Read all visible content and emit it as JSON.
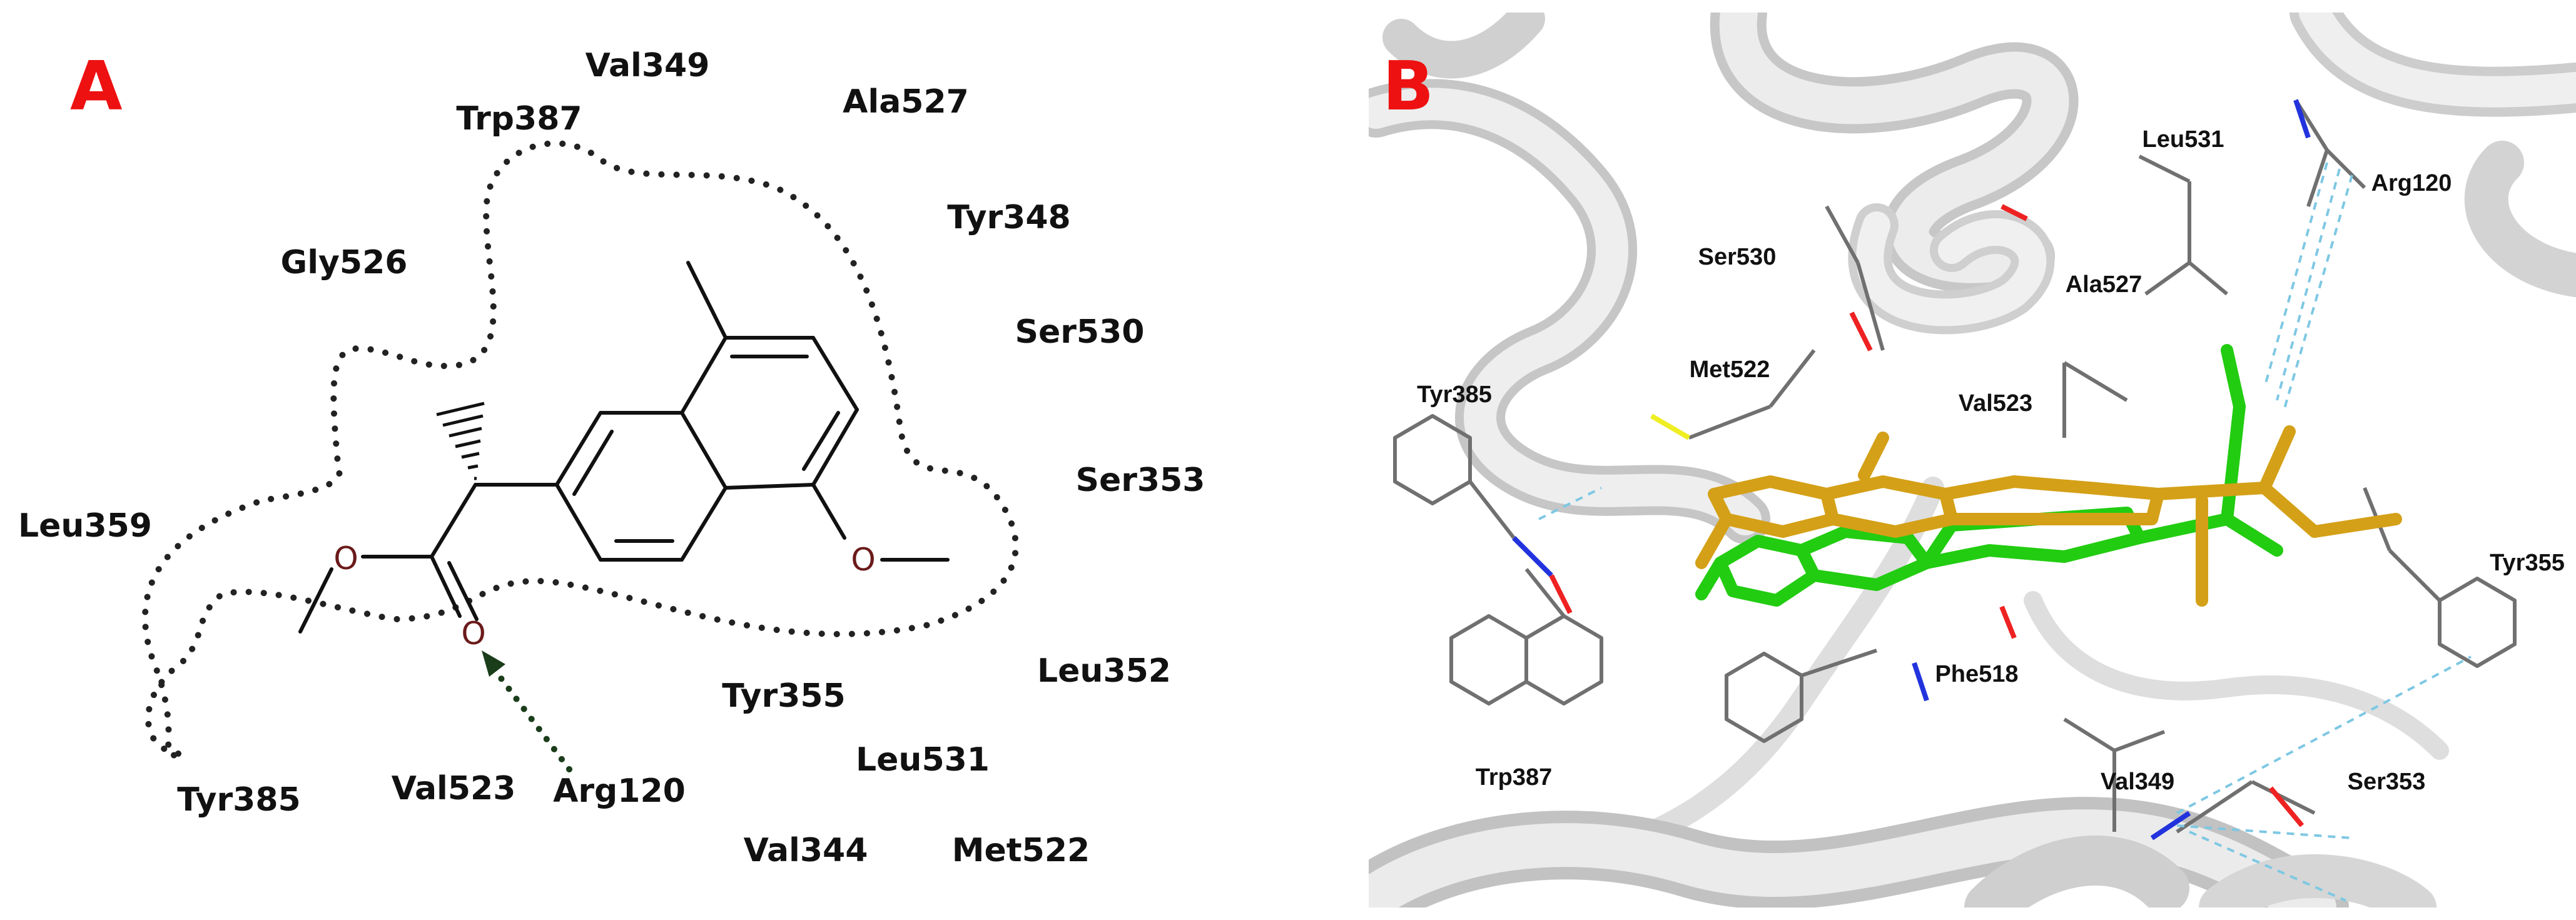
{
  "panelA": {
    "letter": "A",
    "residues": [
      {
        "id": "val349a",
        "label": "Val349"
      },
      {
        "id": "trp387a",
        "label": "Trp387"
      },
      {
        "id": "ala527a",
        "label": "Ala527"
      },
      {
        "id": "tyr348a",
        "label": "Tyr348"
      },
      {
        "id": "gly526a",
        "label": "Gly526"
      },
      {
        "id": "ser530a",
        "label": "Ser530"
      },
      {
        "id": "ser353a",
        "label": "Ser353"
      },
      {
        "id": "leu359a",
        "label": "Leu359"
      },
      {
        "id": "leu352a",
        "label": "Leu352"
      },
      {
        "id": "tyr355a",
        "label": "Tyr355"
      },
      {
        "id": "leu531a",
        "label": "Leu531"
      },
      {
        "id": "tyr385a",
        "label": "Tyr385"
      },
      {
        "id": "val523a",
        "label": "Val523"
      },
      {
        "id": "arg120a",
        "label": "Arg120"
      },
      {
        "id": "val344a",
        "label": "Val344"
      },
      {
        "id": "met522a",
        "label": "Met522"
      }
    ],
    "atoms": {
      "o_ester": "O",
      "o_carbonyl": "O",
      "o_methoxy": "O"
    }
  },
  "panelB": {
    "letter": "B",
    "residues": [
      {
        "id": "leu531b",
        "label": "Leu531"
      },
      {
        "id": "arg120b",
        "label": "Arg120"
      },
      {
        "id": "ser530b",
        "label": "Ser530"
      },
      {
        "id": "ala527b",
        "label": "Ala527"
      },
      {
        "id": "met522b",
        "label": "Met522"
      },
      {
        "id": "tyr385b",
        "label": "Tyr385"
      },
      {
        "id": "val523b",
        "label": "Val523"
      },
      {
        "id": "tyr355b",
        "label": "Tyr355"
      },
      {
        "id": "phe518b",
        "label": "Phe518"
      },
      {
        "id": "trp387b",
        "label": "Trp387"
      },
      {
        "id": "val349b",
        "label": "Val349"
      },
      {
        "id": "ser353b",
        "label": "Ser353"
      }
    ]
  },
  "colors": {
    "panel_letter": "#ee1111",
    "ribbon": "#d9d9d9",
    "ligand_green": "#22cc11",
    "ligand_gold": "#d4a017",
    "hbond": "#7ec8e3",
    "oxygen": "#ee2222",
    "nitrogen": "#2233dd",
    "sulfur": "#eeee22",
    "hbond_arrow": "#1a3d1a"
  }
}
